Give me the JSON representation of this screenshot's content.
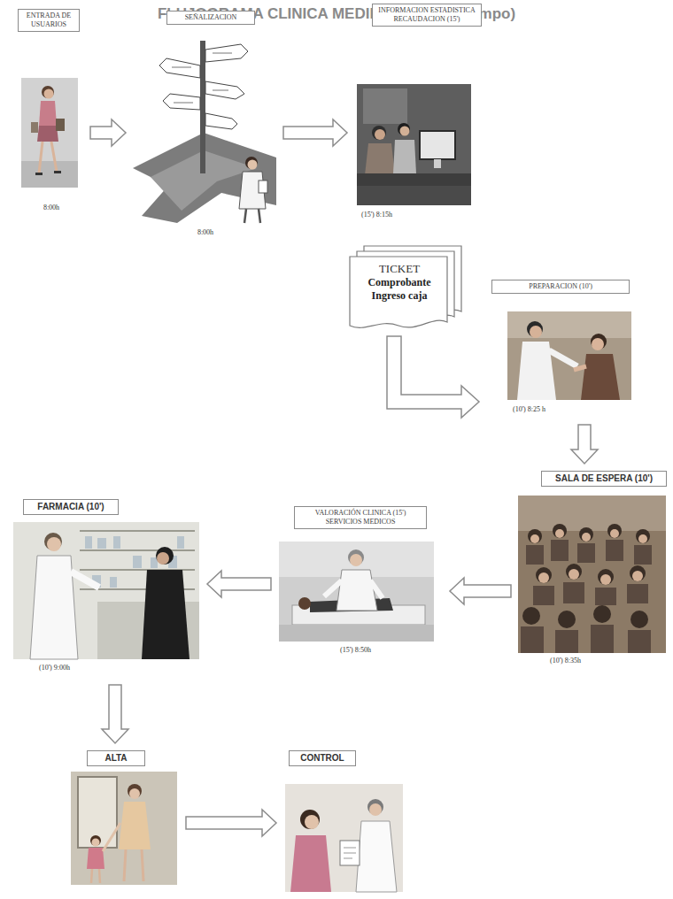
{
  "diagram": {
    "title": "FLUJOGRAMA CLINICA MEDINA (Medir el tiempo)",
    "nodes": [
      {
        "text": [
          "ENTRADA DE USUARIOS",
          "8:00h"
        ]
      },
      {
        "text": [
          "SEÑALIZACION",
          "8:00h"
        ]
      },
      {
        "text": [
          "INFORMACION ESTADISTICA RECAUDACION (15')",
          "(15') 8:15h"
        ]
      },
      {
        "text": [
          "TICKET",
          "Comprobante Ingreso caja"
        ]
      },
      {
        "text": [
          "PREPARACION (10')",
          "(10') 8:25 h"
        ]
      },
      {
        "text": [
          "SALA DE ESPERA (10')",
          "(10') 8:35h"
        ]
      },
      {
        "text": [
          "VALORACIÓN CLINICA (15') SERVICIOS MEDICOS",
          "(15') 8:50h"
        ]
      },
      {
        "text": [
          "FARMACIA (10')",
          "(10') 9:00h"
        ]
      },
      {
        "text": [
          "ALTA"
        ]
      },
      {
        "text": [
          "CONTROL"
        ]
      }
    ],
    "edges": [
      {
        "from": 0,
        "to": 1,
        "arrow": "to"
      },
      {
        "from": 1,
        "to": 2,
        "arrow": "to"
      },
      {
        "from": 3,
        "to": 4,
        "arrow": "to"
      },
      {
        "from": 4,
        "to": 5,
        "arrow": "to"
      },
      {
        "from": 5,
        "to": 6,
        "arrow": "to"
      },
      {
        "from": 6,
        "to": 7,
        "arrow": "to"
      },
      {
        "from": 7,
        "to": 8,
        "arrow": "to"
      },
      {
        "from": 8,
        "to": 9,
        "arrow": "to"
      }
    ]
  }
}
